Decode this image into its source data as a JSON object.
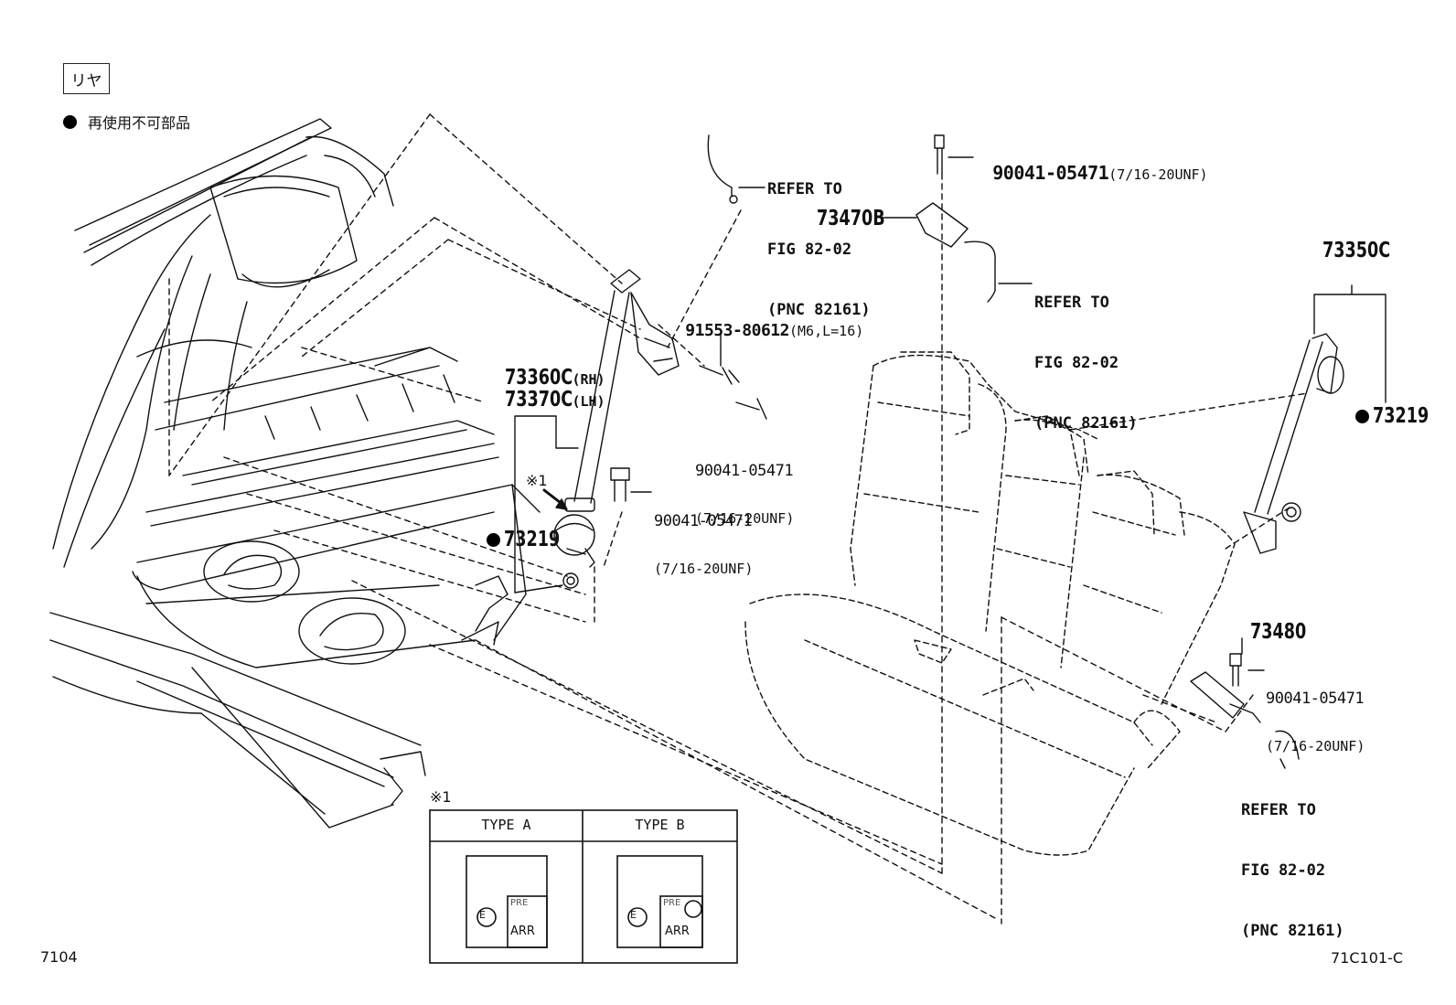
{
  "header": {
    "section_box": "リヤ",
    "legend_text": "再使用不可部品"
  },
  "labels": {
    "refer_to": "REFER TO",
    "fig": "FIG 82-02",
    "pnc": "(PNC 82161)",
    "bolt_pn": "90041-05471",
    "bolt_spec": "(7/16-20UNF)",
    "bolt_spec_inline": "(7/16-20UNF)",
    "screw_pn": "91553-80612",
    "screw_spec": "(M6,L=16)",
    "retractor_rh": "73360C",
    "retractor_rh_suffix": "(RH)",
    "retractor_lh": "73370C",
    "retractor_lh_suffix": "(LH)",
    "center_belt": "73350C",
    "buckle_center": "73470B",
    "buckle_right": "73480",
    "grommet": "73219",
    "note_mark": "※1"
  },
  "types_table": {
    "title": "※1",
    "columns": [
      {
        "header": "TYPE A",
        "tag_top": "PRE",
        "tag_bottom": "ARR",
        "symbol": "E"
      },
      {
        "header": "TYPE B",
        "tag_top": "PRE",
        "tag_bottom": "ARR",
        "symbol": "E"
      }
    ]
  },
  "footer": {
    "page_code": "7104",
    "figure_code": "71C101-C"
  },
  "colors": {
    "ink": "#111111",
    "background": "#ffffff"
  }
}
